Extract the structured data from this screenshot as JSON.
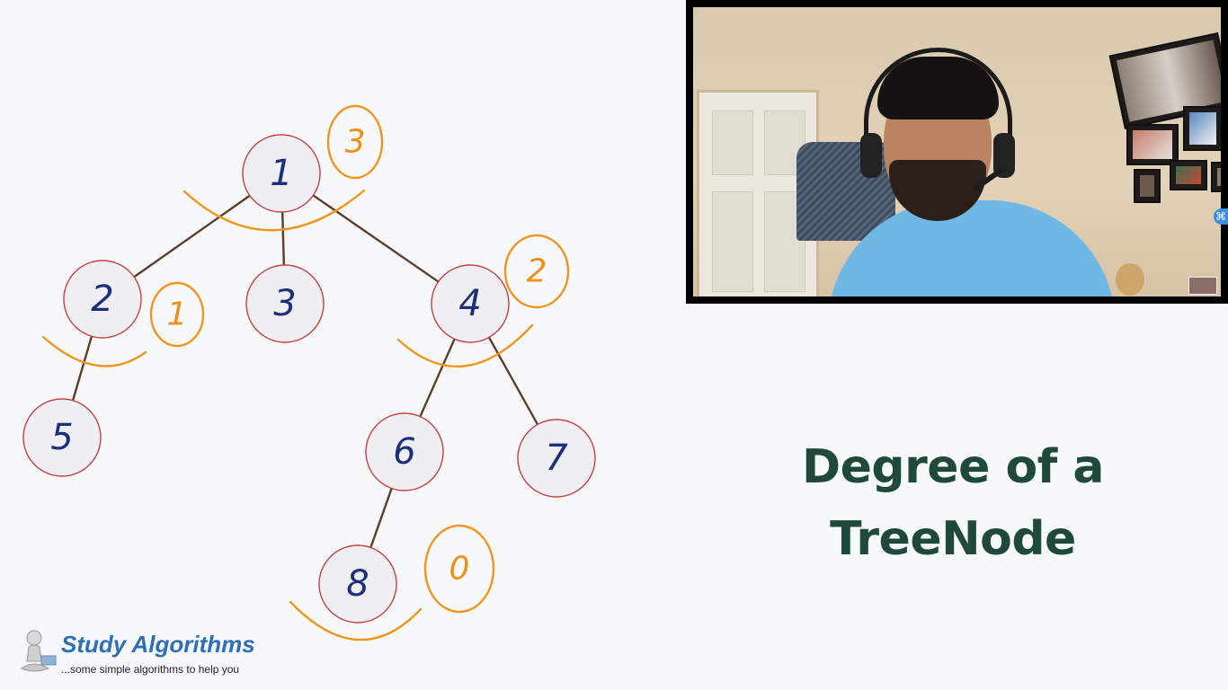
{
  "slide": {
    "title_line1": "Degree of a",
    "title_line2": "TreeNode"
  },
  "tree": {
    "nodes": [
      {
        "id": "1",
        "label": "1"
      },
      {
        "id": "2",
        "label": "2"
      },
      {
        "id": "3",
        "label": "3"
      },
      {
        "id": "4",
        "label": "4"
      },
      {
        "id": "5",
        "label": "5"
      },
      {
        "id": "6",
        "label": "6"
      },
      {
        "id": "7",
        "label": "7"
      },
      {
        "id": "8",
        "label": "8"
      }
    ],
    "edges": [
      [
        "1",
        "2"
      ],
      [
        "1",
        "3"
      ],
      [
        "1",
        "4"
      ],
      [
        "2",
        "5"
      ],
      [
        "4",
        "6"
      ],
      [
        "4",
        "7"
      ],
      [
        "6",
        "8"
      ]
    ],
    "degree_annotations": [
      {
        "node": "1",
        "degree": "3"
      },
      {
        "node": "2",
        "degree": "1"
      },
      {
        "node": "4",
        "degree": "2"
      },
      {
        "node": "8",
        "degree": "0"
      }
    ]
  },
  "branding": {
    "name": "Study Algorithms",
    "tagline": "...some simple algorithms to help you"
  },
  "video": {
    "badge_glyph": "⌘"
  },
  "colors": {
    "node_stroke": "#c9403f",
    "node_text": "#1c2f7a",
    "annotation": "#f0961e",
    "edge": "#5a3f2e",
    "title": "#1f4a39",
    "brand": "#2e6fb5"
  }
}
